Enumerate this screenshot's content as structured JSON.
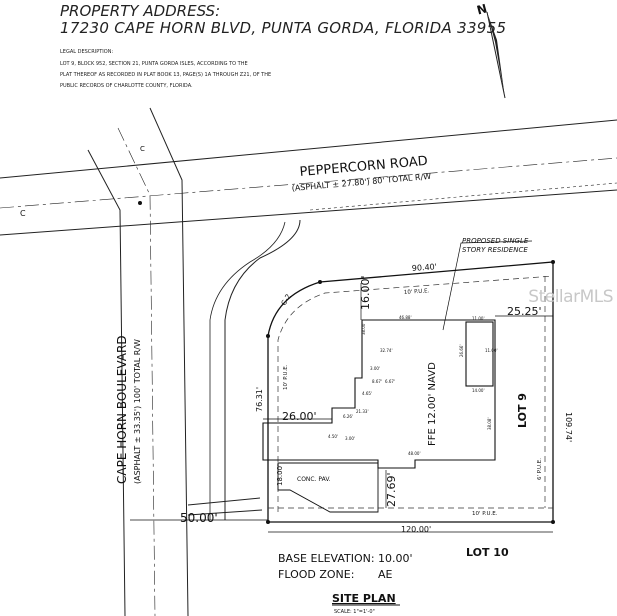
{
  "header": {
    "title": "PROPERTY ADDRESS:",
    "address": "17230 CAPE HORN BLVD, PUNTA GORDA, FLORIDA 33955",
    "legal_title": "LEGAL DESCRIPTION:",
    "legal_lines": [
      "LOT 9, BLOCK 952, SECTION 21, PUNTA GORDA ISLES, ACCORDING TO THE",
      "PLAT THEREOF AS RECORDED IN PLAT BOOK 13, PAGE(S) 1A THROUGH Z21, OF THE",
      "PUBLIC RECORDS OF CHARLOTTE COUNTY, FLORIDA."
    ]
  },
  "north": "N",
  "roads": {
    "peppercorn": "PEPPERCORN ROAD",
    "peppercorn_sub": "(ASPHALT ± 27.80') 80' TOTAL R/W",
    "capehorn": "CAPE HORN BOULEVARD",
    "capehorn_sub": "(ASPHALT ± 33.35') 100' TOTAL R/W",
    "cl_top": "C",
    "cl_left": "C"
  },
  "callout": {
    "line1": "PROPOSED SINGLE",
    "line2": "STORY RESIDENCE"
  },
  "dims": {
    "top": "90.40'",
    "right": "109.74'",
    "bottom": "120.00'",
    "left_front": "76.31'",
    "road_front": "50.00'",
    "setback_front": "16.00'",
    "setback_right": "25.25'",
    "setback_side": "26.00'",
    "setback_bottom": "27.69'",
    "drive": "18.00'",
    "curve": "C-2"
  },
  "pue": {
    "top": "10' P.U.E.",
    "left": "10' P.U.E.",
    "bottom": "10' P.U.E.",
    "right": "6' P.U.E."
  },
  "house": {
    "ffe": "FFE 12.00' NAVD",
    "pav": "CONC. PAV.",
    "small_dims": [
      "46.88'",
      "11.00'",
      "26.66'",
      "38.08'",
      "32.74'",
      "8.67'",
      "6.67'",
      "3.00'",
      "21.33'",
      "6.26'",
      "48.00'",
      "14.00'",
      "38.00'",
      "11.00'",
      "4.50'",
      "3.00'",
      "4.65'"
    ]
  },
  "lots": {
    "lot9": "LOT 9",
    "lot10": "LOT 10"
  },
  "notes": {
    "base_label": "BASE ELEVATION:",
    "base_value": "10.00'",
    "flood_label": "FLOOD ZONE:",
    "flood_value": "AE"
  },
  "footer": {
    "title": "SITE PLAN",
    "scale": "SCALE: 1\"=1'-0\""
  },
  "watermark": "StellarMLS"
}
